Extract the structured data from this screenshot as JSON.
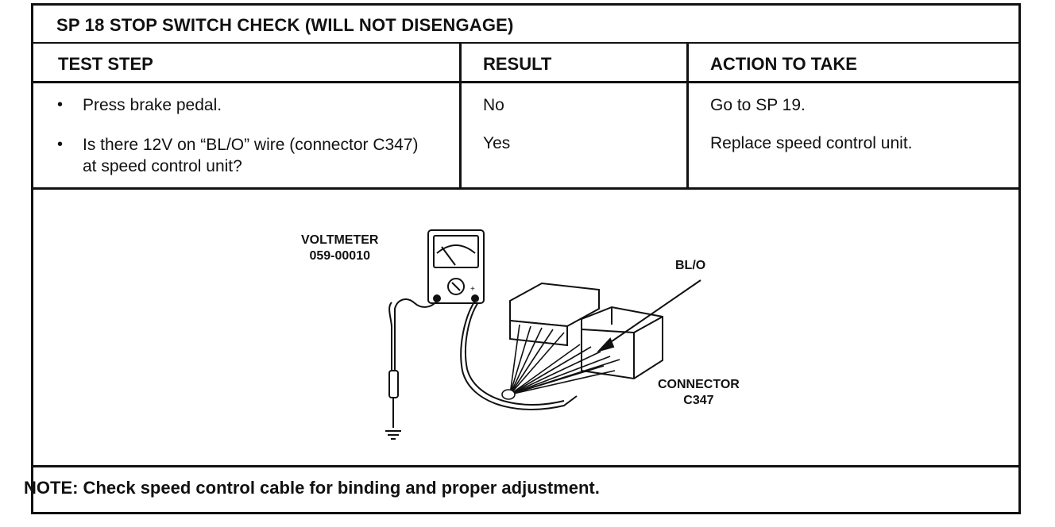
{
  "title": "SP 18 STOP SWITCH CHECK (WILL NOT DISENGAGE)",
  "headers": {
    "test_step": "TEST STEP",
    "result": "RESULT",
    "action": "ACTION TO TAKE"
  },
  "rows": [
    {
      "step": "Press brake pedal.",
      "result": "No",
      "action": "Go to SP 19."
    },
    {
      "step": "Is there 12V on “BL/O” wire (connector C347) at speed control unit?",
      "result": "Yes",
      "action": "Replace speed control unit."
    }
  ],
  "bullet_glyph": "•",
  "figure": {
    "voltmeter_label_line1": "VOLTMETER",
    "voltmeter_label_line2": "059-00010",
    "wire_label": "BL/O",
    "connector_label_line1": "CONNECTOR",
    "connector_label_line2": "C347"
  },
  "note": "NOTE: Check speed control cable for binding and proper adjustment."
}
